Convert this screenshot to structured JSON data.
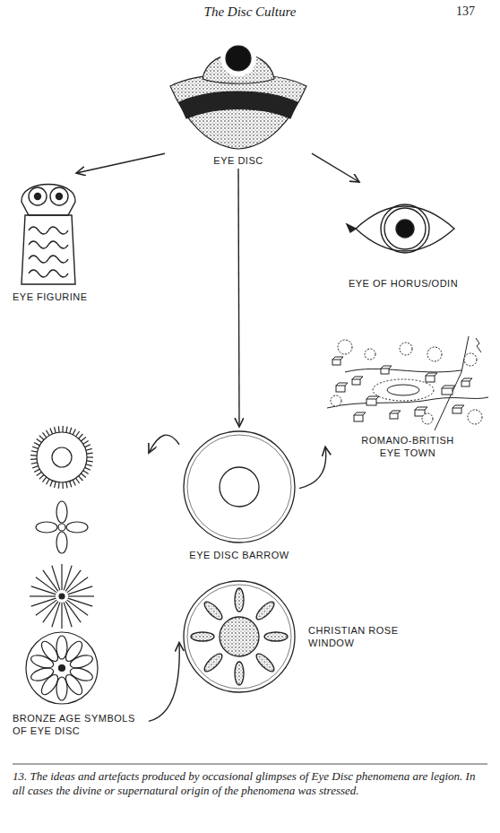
{
  "diagram": {
    "title": "The Disc Culture",
    "caption": "13. The ideas and artefacts produced by occasional glimpses of Eye Disc phenomena are legion. In all cases the divine or supernatural origin of the phenomena was stressed.",
    "nodes": [
      {
        "text": [
          "EYE DISC"
        ]
      },
      {
        "text": [
          "EYE FIGURINE"
        ]
      },
      {
        "text": [
          "EYE OF HORUS/ODIN"
        ]
      },
      {
        "text": [
          "EYE DISC BARROW"
        ]
      },
      {
        "text": [
          "ROMANO-BRITISH EYE TOWN"
        ]
      },
      {
        "text": [
          "BRONZE AGE SYMBOLS OF EYE DISC"
        ]
      },
      {
        "text": [
          "CHRISTIAN ROSE WINDOW"
        ]
      }
    ],
    "edges": [
      {
        "from": 0,
        "to": 1,
        "arrow": "to"
      },
      {
        "from": 0,
        "to": 2,
        "arrow": "to"
      },
      {
        "from": 0,
        "to": 3,
        "arrow": "to"
      },
      {
        "from": 3,
        "to": 4,
        "arrow": "to"
      },
      {
        "from": 3,
        "to": 5,
        "arrow": "to"
      },
      {
        "from": 5,
        "to": 6,
        "arrow": "to"
      }
    ],
    "labels": [
      "137"
    ]
  }
}
